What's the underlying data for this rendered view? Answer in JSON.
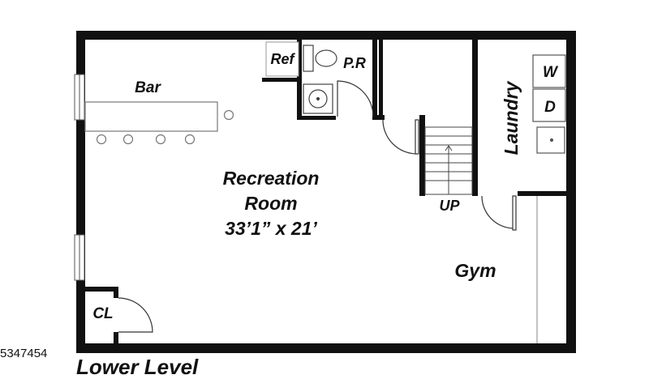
{
  "labels": {
    "bar": "Bar",
    "ref": "Ref",
    "powder_room": "P.R",
    "laundry": "Laundry",
    "washer": "W",
    "dryer": "D",
    "recreation_line1": "Recreation",
    "recreation_line2": "Room",
    "recreation_dims": "33’1” x 21’",
    "stairs": "UP",
    "gym": "Gym",
    "closet": "CL"
  },
  "listing_id": "5347454",
  "floor_caption": "Lower Level"
}
